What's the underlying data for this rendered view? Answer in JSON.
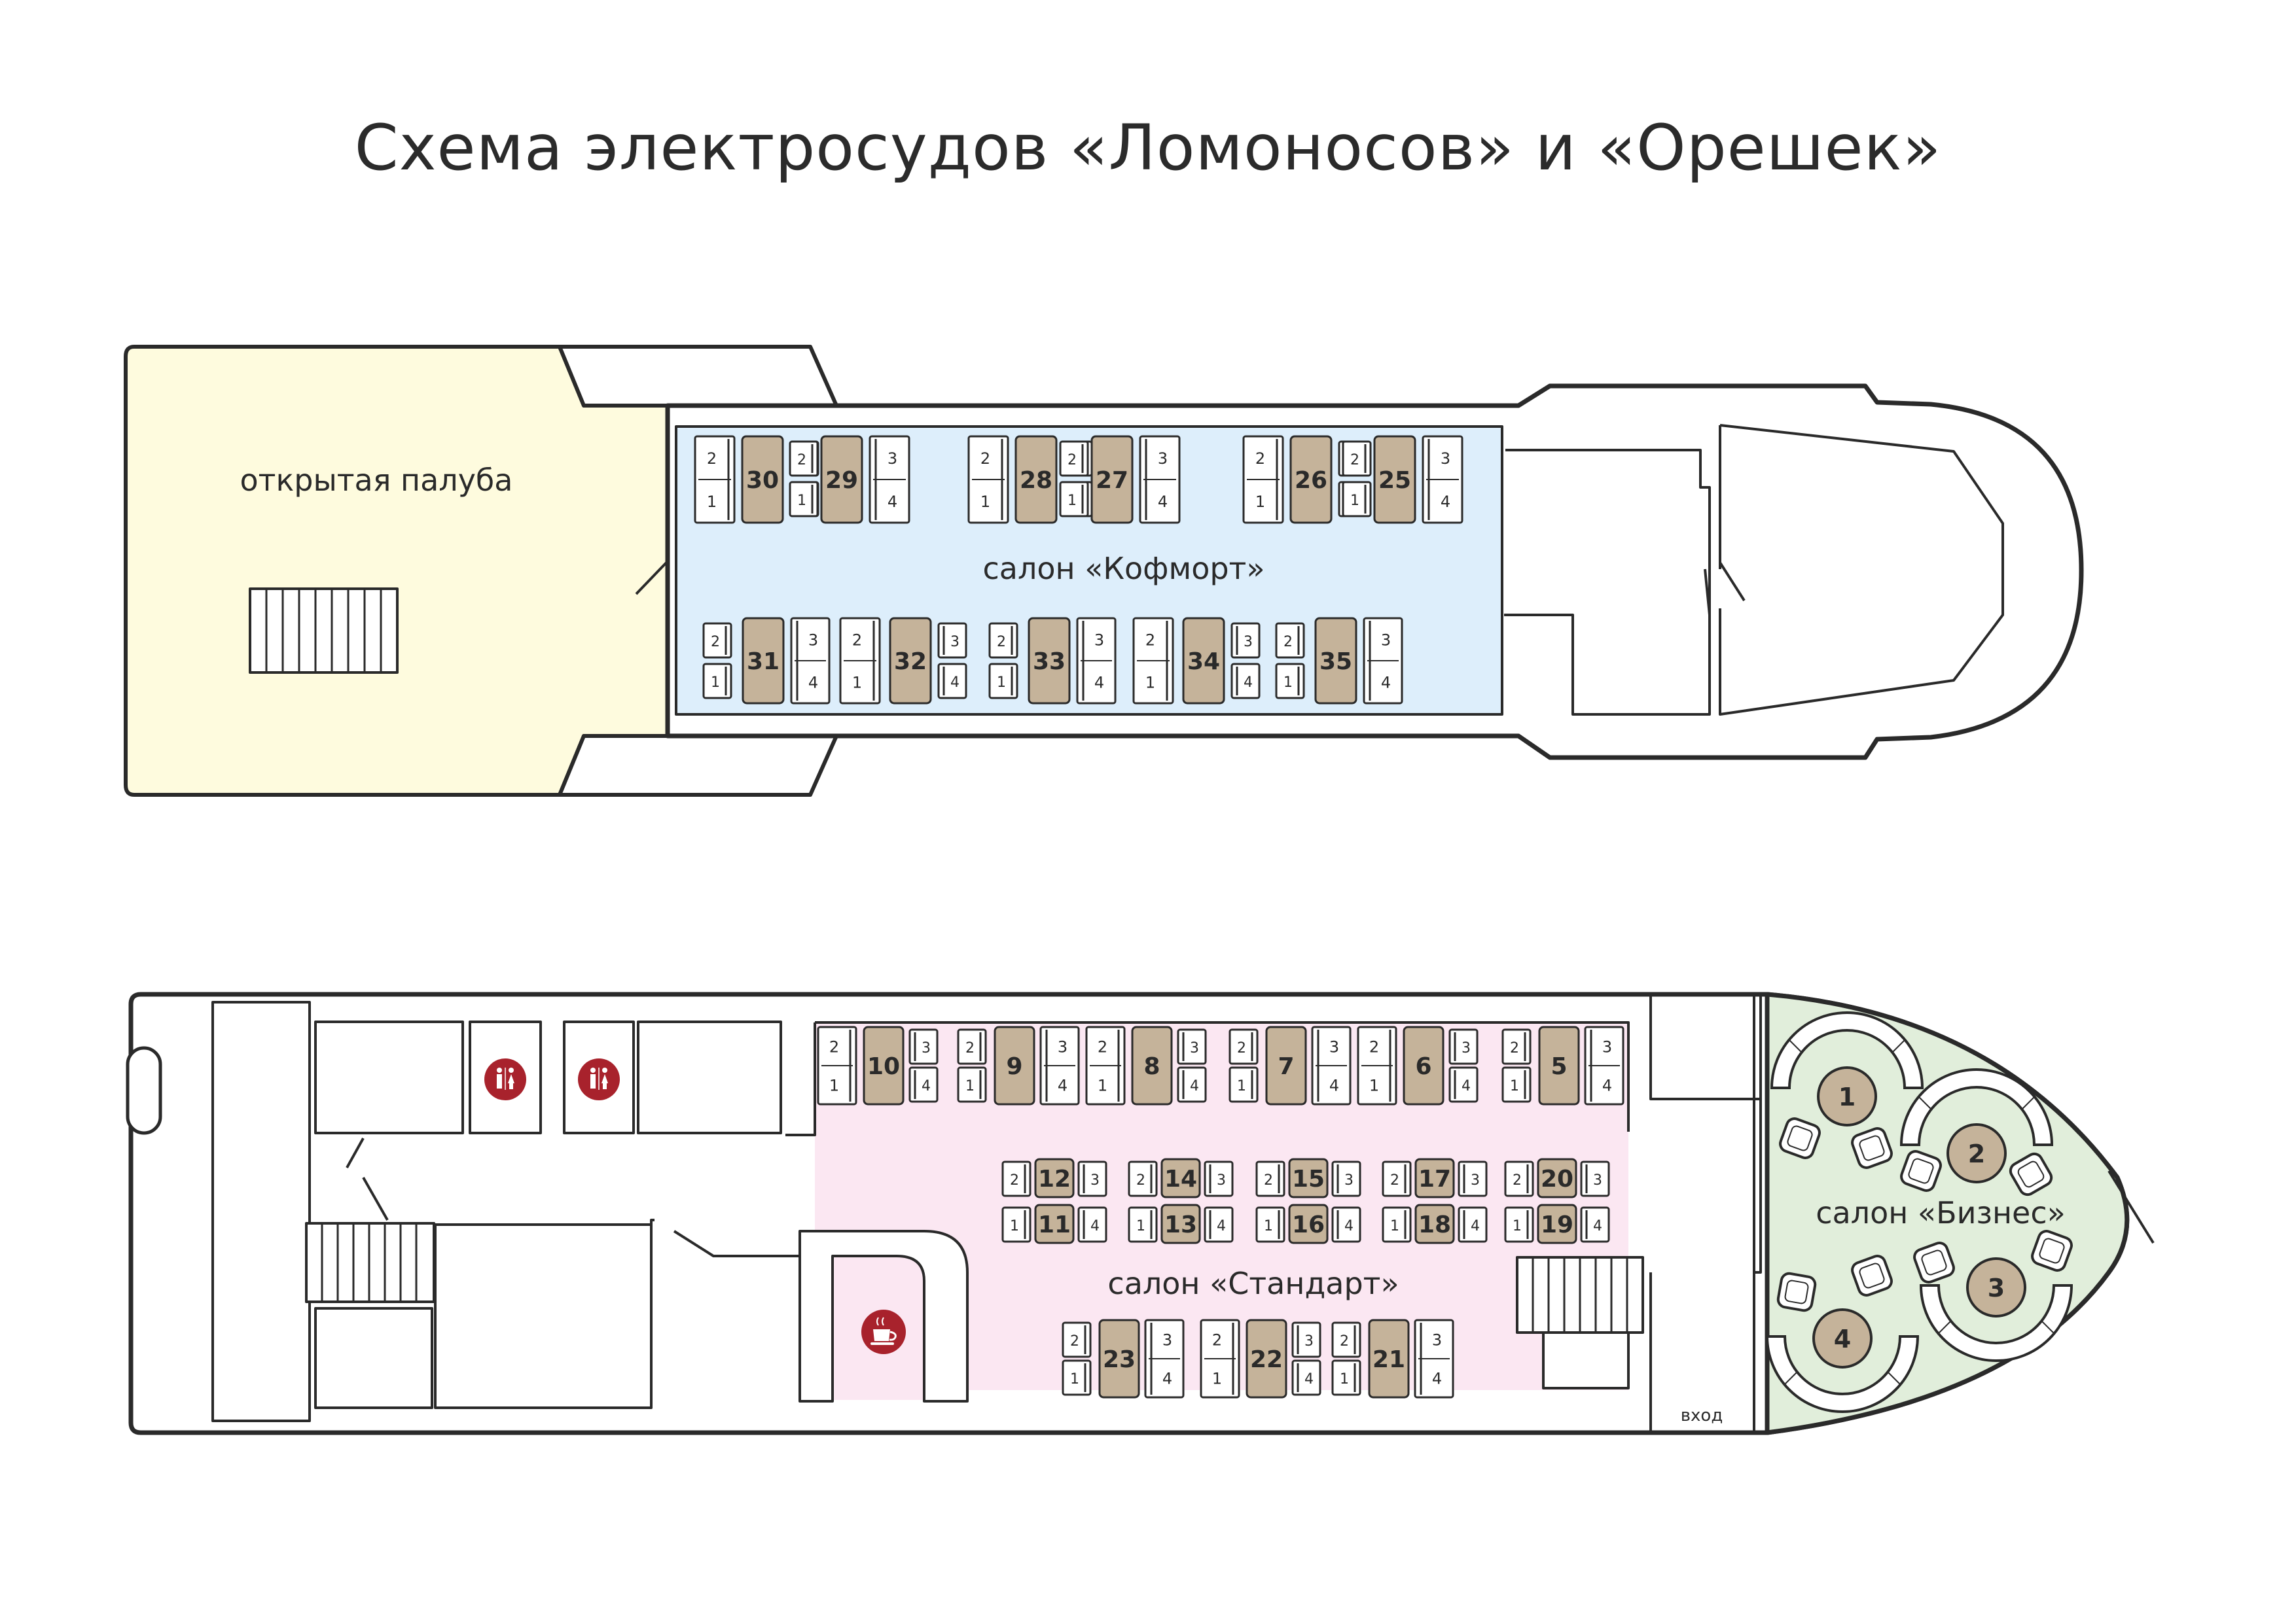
{
  "title": "Схема электросудов «Ломоносов» и «Орешек»",
  "colors": {
    "outline": "#2a2a2a",
    "open_deck": "#fefbde",
    "comfort_salon": "#ddeefb",
    "standard_salon": "#fbe7f2",
    "business_salon": "#e1eedb",
    "table": "#c5b39a",
    "wc_badge": "#a8222c"
  },
  "upper_deck": {
    "open_deck_label": "открытая палуба",
    "salon_label": "салон «Кофморт»",
    "top_tables": [
      "30",
      "29",
      "28",
      "27",
      "26",
      "25"
    ],
    "bottom_tables": [
      "31",
      "32",
      "33",
      "34",
      "35"
    ]
  },
  "lower_deck": {
    "standard_label": "салон «Стандарт»",
    "business_label": "салон «Бизнес»",
    "entrance_label": "вход",
    "row1_tables": [
      "10",
      "9",
      "8",
      "7",
      "6",
      "5"
    ],
    "row2_tables": [
      "12",
      "14",
      "15",
      "17",
      "20"
    ],
    "row3_tables": [
      "11",
      "13",
      "16",
      "18",
      "19"
    ],
    "row4_tables": [
      "23",
      "22",
      "21"
    ],
    "business_tables": [
      "1",
      "2",
      "3",
      "4"
    ],
    "icons": [
      "wc-icon",
      "wc-icon",
      "cafe-icon"
    ]
  },
  "seat_numbers": [
    "1",
    "2",
    "3",
    "4"
  ]
}
